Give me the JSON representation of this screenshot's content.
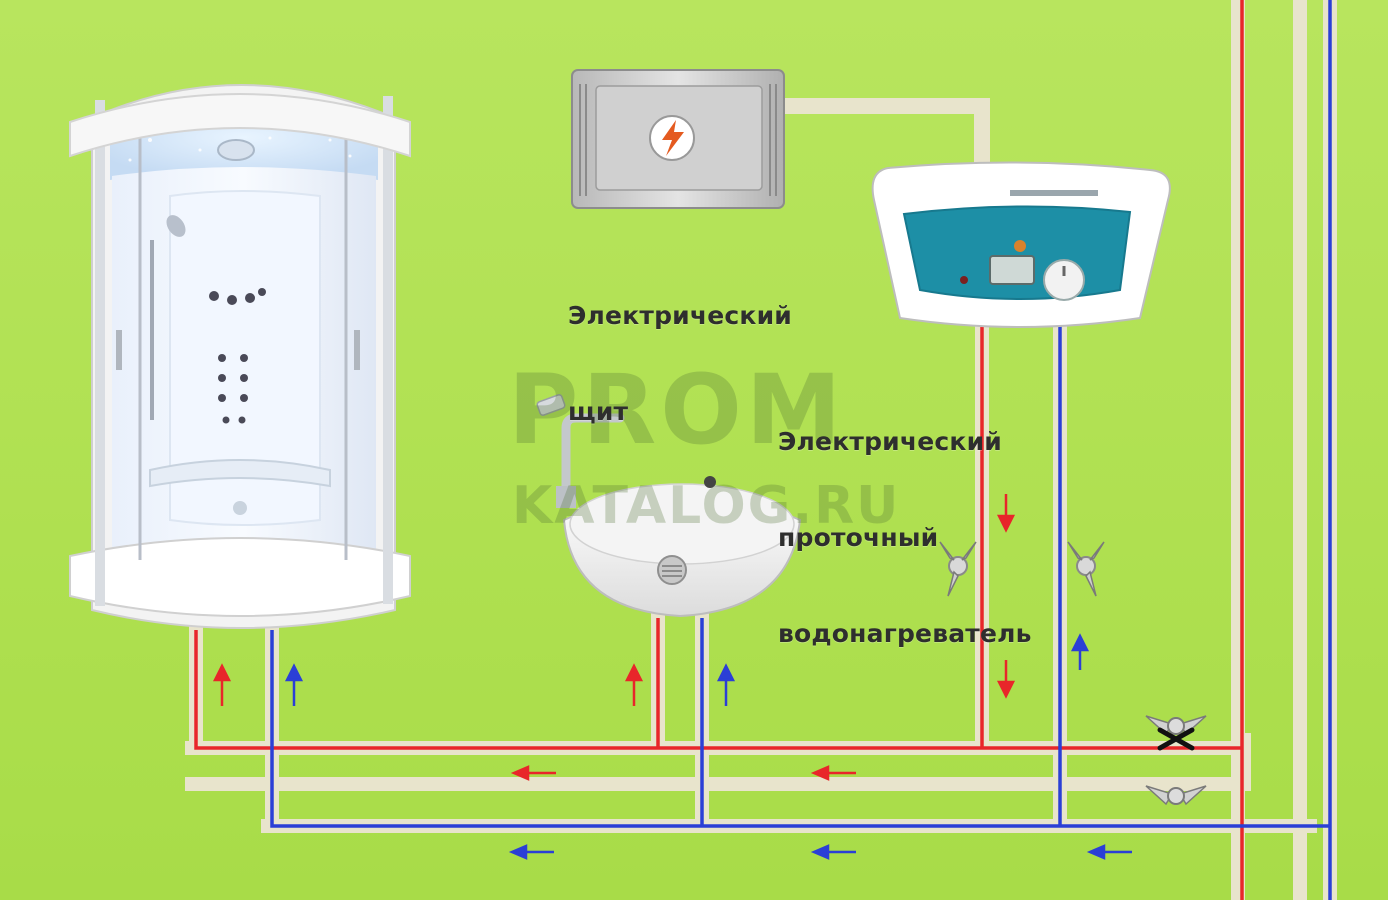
{
  "labels": {
    "panel_line1": "Электрический",
    "panel_line2": "щит",
    "heater_line1": "Электрический",
    "heater_line2": "проточный",
    "heater_line3": "водонагреватель"
  },
  "watermark": {
    "line1": "PROM",
    "line2": "KATALOG.RU"
  },
  "colors": {
    "background": "#b0e052",
    "hot": "#e8262a",
    "cold": "#2b3fd6",
    "pipe_sheath": "#e6e2c8",
    "panel": "#c9c9c9",
    "heater_accent": "#1d8fa6"
  },
  "icons": {
    "panel": "lightning-bolt-icon",
    "valve": "butterfly-valve-icon"
  }
}
